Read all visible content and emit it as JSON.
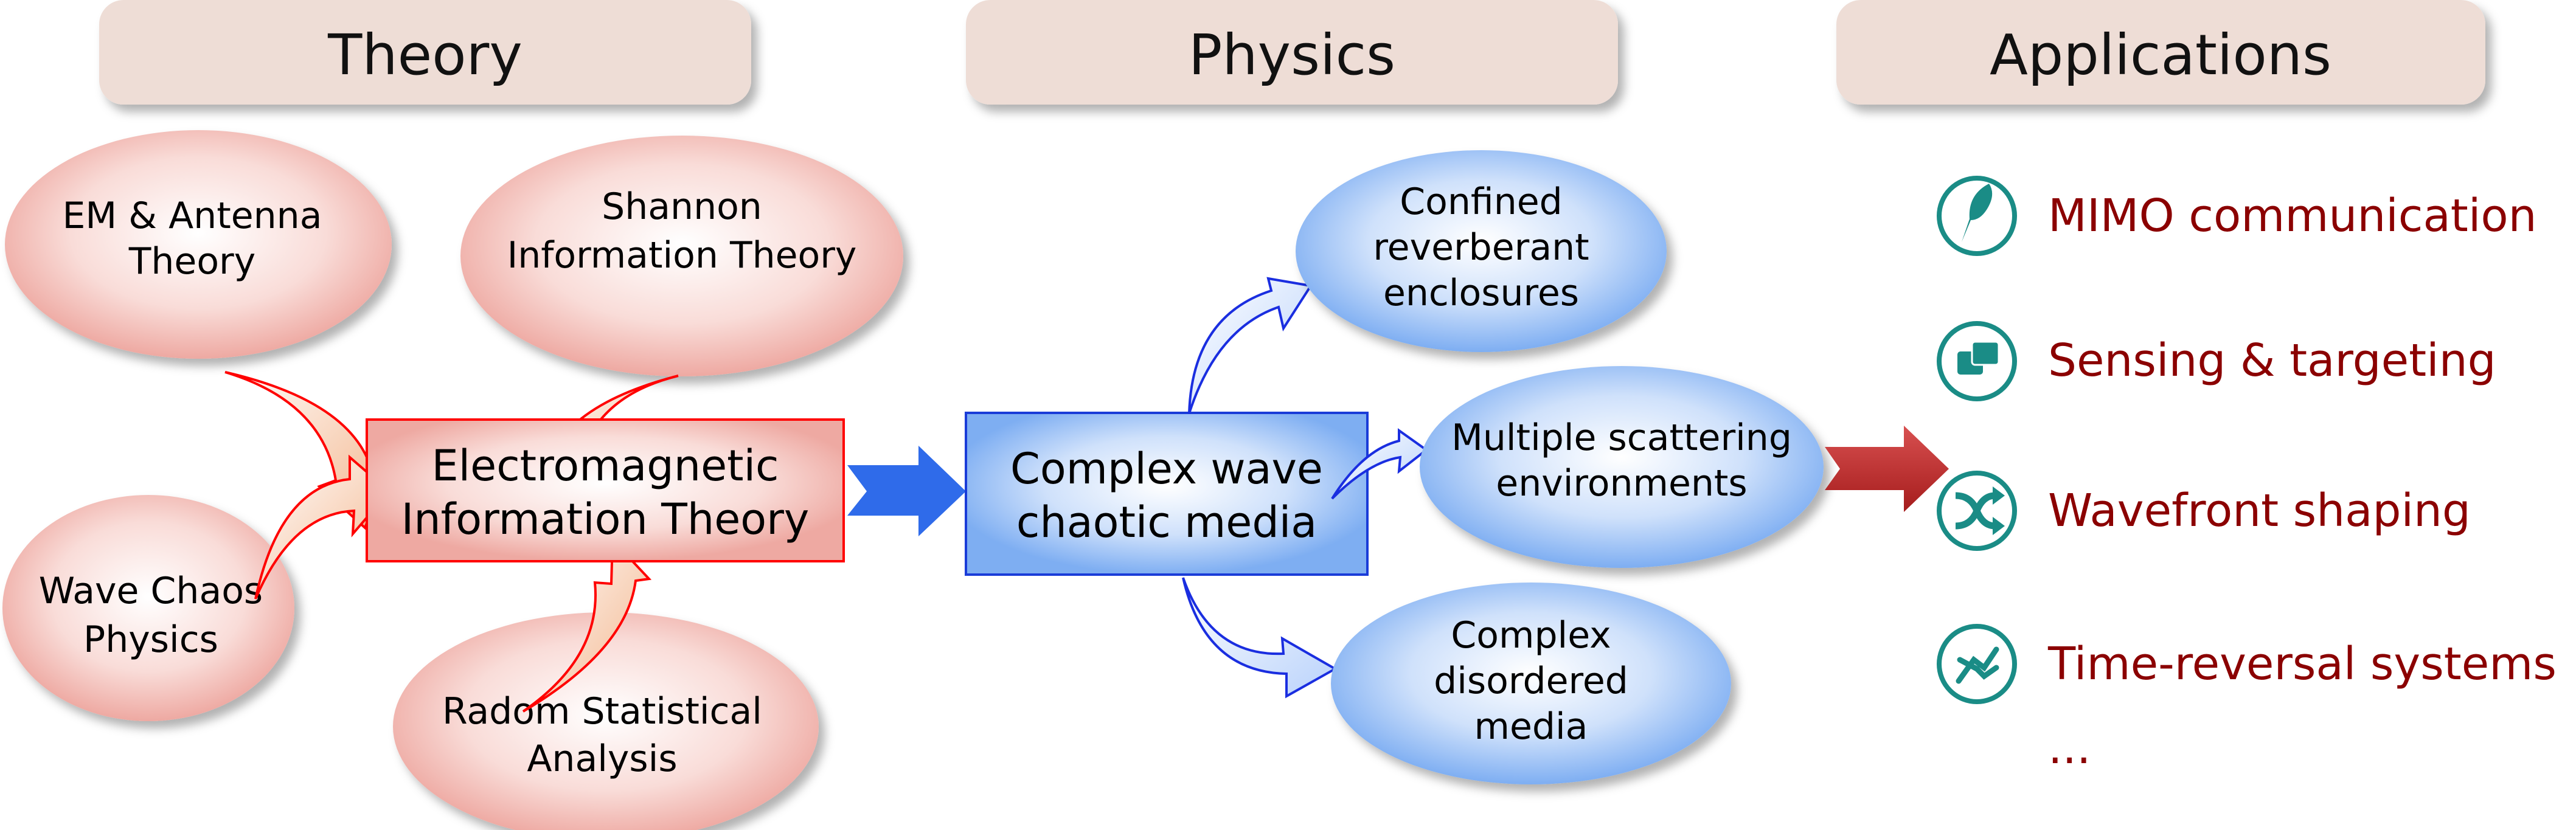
{
  "headers": {
    "theory": "Theory",
    "physics": "Physics",
    "applications": "Applications"
  },
  "theory": {
    "sources": [
      {
        "lines": [
          "EM & Antenna",
          "Theory"
        ]
      },
      {
        "lines": [
          "Shannon",
          "Information Theory"
        ]
      },
      {
        "lines": [
          "Wave Chaos",
          "Physics"
        ]
      },
      {
        "lines": [
          "Radom Statistical",
          "Analysis"
        ]
      }
    ],
    "center": {
      "lines": [
        "Electromagnetic",
        "Information Theory"
      ]
    }
  },
  "physics": {
    "center": {
      "lines": [
        "Complex wave",
        "chaotic media"
      ]
    },
    "outputs": [
      {
        "lines": [
          "Confined",
          "reverberant",
          "enclosures"
        ]
      },
      {
        "lines": [
          "Multiple scattering",
          "environments"
        ]
      },
      {
        "lines": [
          "Complex",
          "disordered",
          "media"
        ]
      }
    ]
  },
  "applications": {
    "items": [
      {
        "label": "MIMO communication",
        "icon": "feather-icon"
      },
      {
        "label": "Sensing & targeting",
        "icon": "chat-bubbles-icon"
      },
      {
        "label": "Wavefront shaping",
        "icon": "shuffle-icon"
      },
      {
        "label": "Time-reversal systems",
        "icon": "trend-lines-icon"
      }
    ],
    "more": "..."
  },
  "colors": {
    "theory": "#f2b8b0",
    "physics": "#8ab8f5",
    "app_text": "#8b0000",
    "icon": "#1a8c86",
    "header_bg": "#eeddd6"
  }
}
